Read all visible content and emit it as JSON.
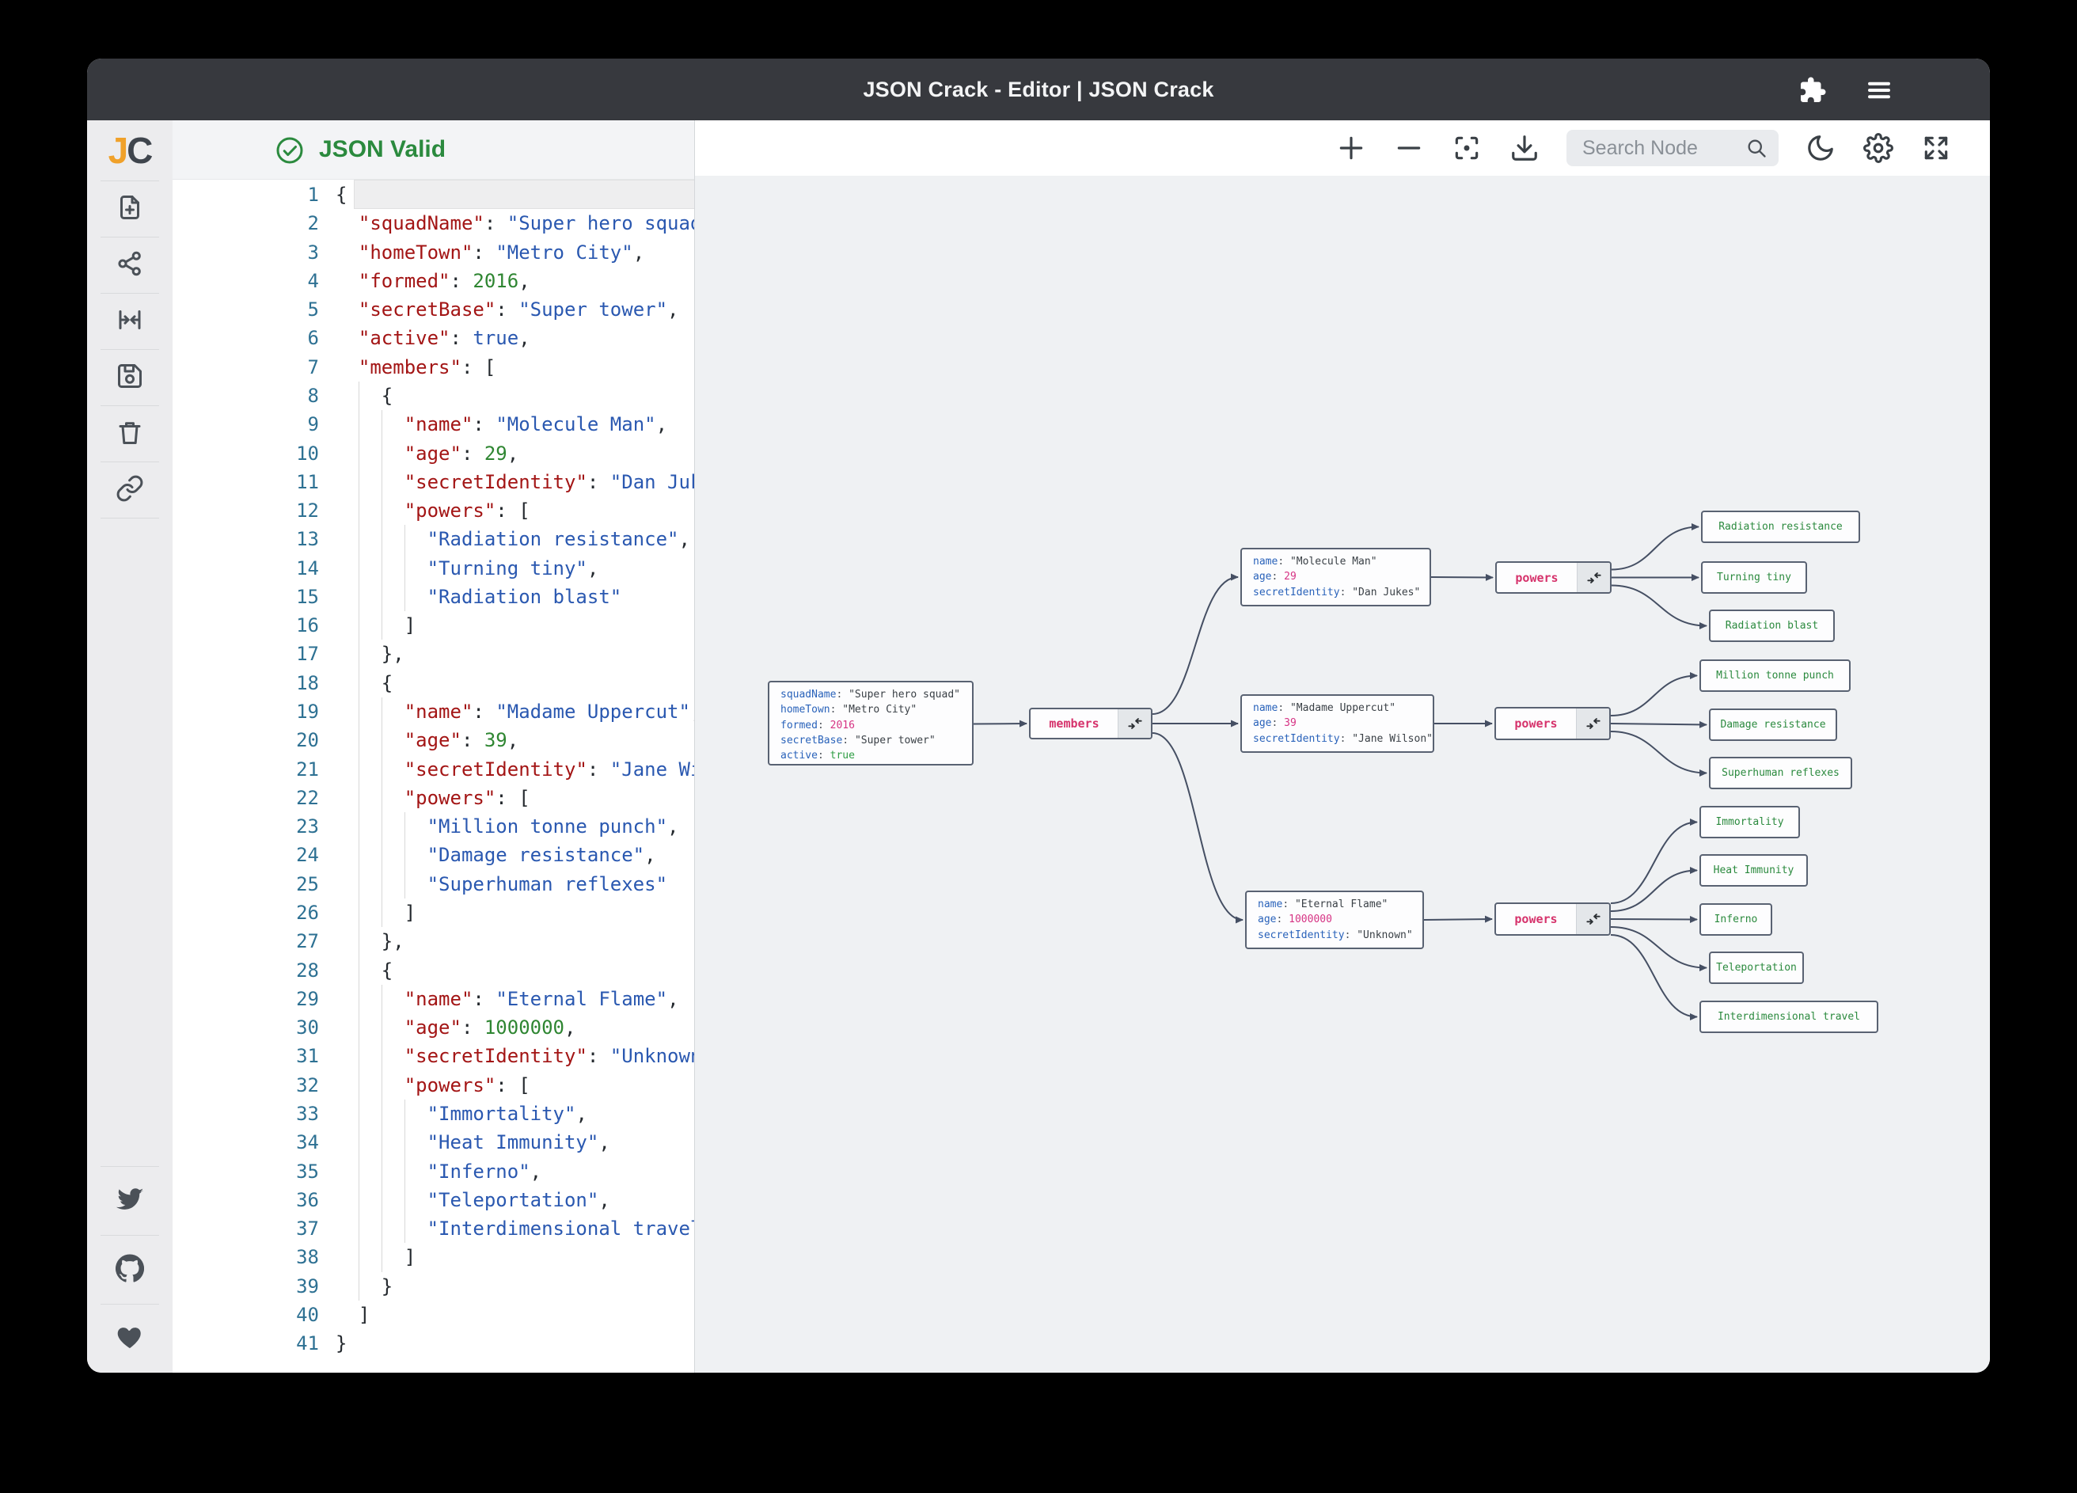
{
  "window": {
    "title": "JSON Crack - Editor | JSON Crack",
    "traffic_lights": [
      "close",
      "minimize",
      "zoom"
    ],
    "titlebar_icons": [
      "puzzle-extension-icon",
      "hamburger-menu-icon"
    ]
  },
  "sidebar": {
    "logo_j": "J",
    "logo_c": "C",
    "tools": [
      "new-document",
      "share",
      "compress-width",
      "save",
      "trash",
      "link"
    ],
    "social": [
      "twitter",
      "github",
      "heart"
    ]
  },
  "editor": {
    "status": "JSON Valid",
    "lines": [
      [
        [
          "{",
          "p"
        ]
      ],
      [
        [
          "  ",
          "p"
        ],
        [
          "\"squadName\"",
          "k"
        ],
        [
          ": ",
          "p"
        ],
        [
          "\"Super hero squad\"",
          "s"
        ],
        [
          ",",
          "p"
        ]
      ],
      [
        [
          "  ",
          "p"
        ],
        [
          "\"homeTown\"",
          "k"
        ],
        [
          ": ",
          "p"
        ],
        [
          "\"Metro City\"",
          "s"
        ],
        [
          ",",
          "p"
        ]
      ],
      [
        [
          "  ",
          "p"
        ],
        [
          "\"formed\"",
          "k"
        ],
        [
          ": ",
          "p"
        ],
        [
          "2016",
          "n"
        ],
        [
          ",",
          "p"
        ]
      ],
      [
        [
          "  ",
          "p"
        ],
        [
          "\"secretBase\"",
          "k"
        ],
        [
          ": ",
          "p"
        ],
        [
          "\"Super tower\"",
          "s"
        ],
        [
          ",",
          "p"
        ]
      ],
      [
        [
          "  ",
          "p"
        ],
        [
          "\"active\"",
          "k"
        ],
        [
          ": ",
          "p"
        ],
        [
          "true",
          "s"
        ],
        [
          ",",
          "p"
        ]
      ],
      [
        [
          "  ",
          "p"
        ],
        [
          "\"members\"",
          "k"
        ],
        [
          ": [",
          "p"
        ]
      ],
      [
        [
          "    {",
          "p"
        ]
      ],
      [
        [
          "      ",
          "p"
        ],
        [
          "\"name\"",
          "k"
        ],
        [
          ": ",
          "p"
        ],
        [
          "\"Molecule Man\"",
          "s"
        ],
        [
          ",",
          "p"
        ]
      ],
      [
        [
          "      ",
          "p"
        ],
        [
          "\"age\"",
          "k"
        ],
        [
          ": ",
          "p"
        ],
        [
          "29",
          "n"
        ],
        [
          ",",
          "p"
        ]
      ],
      [
        [
          "      ",
          "p"
        ],
        [
          "\"secretIdentity\"",
          "k"
        ],
        [
          ": ",
          "p"
        ],
        [
          "\"Dan Jukes\"",
          "s"
        ],
        [
          ",",
          "p"
        ]
      ],
      [
        [
          "      ",
          "p"
        ],
        [
          "\"powers\"",
          "k"
        ],
        [
          ": [",
          "p"
        ]
      ],
      [
        [
          "        ",
          "p"
        ],
        [
          "\"Radiation resistance\"",
          "s"
        ],
        [
          ",",
          "p"
        ]
      ],
      [
        [
          "        ",
          "p"
        ],
        [
          "\"Turning tiny\"",
          "s"
        ],
        [
          ",",
          "p"
        ]
      ],
      [
        [
          "        ",
          "p"
        ],
        [
          "\"Radiation blast\"",
          "s"
        ]
      ],
      [
        [
          "      ]",
          "p"
        ]
      ],
      [
        [
          "    },",
          "p"
        ]
      ],
      [
        [
          "    {",
          "p"
        ]
      ],
      [
        [
          "      ",
          "p"
        ],
        [
          "\"name\"",
          "k"
        ],
        [
          ": ",
          "p"
        ],
        [
          "\"Madame Uppercut\"",
          "s"
        ],
        [
          ",",
          "p"
        ]
      ],
      [
        [
          "      ",
          "p"
        ],
        [
          "\"age\"",
          "k"
        ],
        [
          ": ",
          "p"
        ],
        [
          "39",
          "n"
        ],
        [
          ",",
          "p"
        ]
      ],
      [
        [
          "      ",
          "p"
        ],
        [
          "\"secretIdentity\"",
          "k"
        ],
        [
          ": ",
          "p"
        ],
        [
          "\"Jane Wilson\"",
          "s"
        ],
        [
          ",",
          "p"
        ]
      ],
      [
        [
          "      ",
          "p"
        ],
        [
          "\"powers\"",
          "k"
        ],
        [
          ": [",
          "p"
        ]
      ],
      [
        [
          "        ",
          "p"
        ],
        [
          "\"Million tonne punch\"",
          "s"
        ],
        [
          ",",
          "p"
        ]
      ],
      [
        [
          "        ",
          "p"
        ],
        [
          "\"Damage resistance\"",
          "s"
        ],
        [
          ",",
          "p"
        ]
      ],
      [
        [
          "        ",
          "p"
        ],
        [
          "\"Superhuman reflexes\"",
          "s"
        ]
      ],
      [
        [
          "      ]",
          "p"
        ]
      ],
      [
        [
          "    },",
          "p"
        ]
      ],
      [
        [
          "    {",
          "p"
        ]
      ],
      [
        [
          "      ",
          "p"
        ],
        [
          "\"name\"",
          "k"
        ],
        [
          ": ",
          "p"
        ],
        [
          "\"Eternal Flame\"",
          "s"
        ],
        [
          ",",
          "p"
        ]
      ],
      [
        [
          "      ",
          "p"
        ],
        [
          "\"age\"",
          "k"
        ],
        [
          ": ",
          "p"
        ],
        [
          "1000000",
          "n"
        ],
        [
          ",",
          "p"
        ]
      ],
      [
        [
          "      ",
          "p"
        ],
        [
          "\"secretIdentity\"",
          "k"
        ],
        [
          ": ",
          "p"
        ],
        [
          "\"Unknown\"",
          "s"
        ],
        [
          ",",
          "p"
        ]
      ],
      [
        [
          "      ",
          "p"
        ],
        [
          "\"powers\"",
          "k"
        ],
        [
          ": [",
          "p"
        ]
      ],
      [
        [
          "        ",
          "p"
        ],
        [
          "\"Immortality\"",
          "s"
        ],
        [
          ",",
          "p"
        ]
      ],
      [
        [
          "        ",
          "p"
        ],
        [
          "\"Heat Immunity\"",
          "s"
        ],
        [
          ",",
          "p"
        ]
      ],
      [
        [
          "        ",
          "p"
        ],
        [
          "\"Inferno\"",
          "s"
        ],
        [
          ",",
          "p"
        ]
      ],
      [
        [
          "        ",
          "p"
        ],
        [
          "\"Teleportation\"",
          "s"
        ],
        [
          ",",
          "p"
        ]
      ],
      [
        [
          "        ",
          "p"
        ],
        [
          "\"Interdimensional travel\"",
          "s"
        ]
      ],
      [
        [
          "      ]",
          "p"
        ]
      ],
      [
        [
          "    }",
          "p"
        ]
      ],
      [
        [
          "  ]",
          "p"
        ]
      ],
      [
        [
          "}",
          "p"
        ]
      ]
    ]
  },
  "graph_toolbar": {
    "search_placeholder": "Search Node",
    "buttons": [
      "zoom-in",
      "zoom-out",
      "center-focus",
      "download",
      "dark-mode",
      "settings",
      "fullscreen"
    ]
  },
  "graph": {
    "members_label": "members",
    "powers_label": "powers",
    "root": {
      "fields": [
        {
          "k": "squadName",
          "v": "\"Super hero squad\"",
          "t": "s"
        },
        {
          "k": "homeTown",
          "v": "\"Metro City\"",
          "t": "s"
        },
        {
          "k": "formed",
          "v": "2016",
          "t": "n"
        },
        {
          "k": "secretBase",
          "v": "\"Super tower\"",
          "t": "s"
        },
        {
          "k": "active",
          "v": "true",
          "t": "b"
        }
      ]
    },
    "members": [
      {
        "fields": [
          {
            "k": "name",
            "v": "\"Molecule Man\"",
            "t": "s"
          },
          {
            "k": "age",
            "v": "29",
            "t": "n"
          },
          {
            "k": "secretIdentity",
            "v": "\"Dan Jukes\"",
            "t": "s"
          }
        ],
        "powers": [
          "Radiation resistance",
          "Turning tiny",
          "Radiation blast"
        ]
      },
      {
        "fields": [
          {
            "k": "name",
            "v": "\"Madame Uppercut\"",
            "t": "s"
          },
          {
            "k": "age",
            "v": "39",
            "t": "n"
          },
          {
            "k": "secretIdentity",
            "v": "\"Jane Wilson\"",
            "t": "s"
          }
        ],
        "powers": [
          "Million tonne punch",
          "Damage resistance",
          "Superhuman reflexes"
        ]
      },
      {
        "fields": [
          {
            "k": "name",
            "v": "\"Eternal Flame\"",
            "t": "s"
          },
          {
            "k": "age",
            "v": "1000000",
            "t": "n"
          },
          {
            "k": "secretIdentity",
            "v": "\"Unknown\"",
            "t": "s"
          }
        ],
        "powers": [
          "Immortality",
          "Heat Immunity",
          "Inferno",
          "Teleportation",
          "Interdimensional travel"
        ]
      }
    ]
  }
}
